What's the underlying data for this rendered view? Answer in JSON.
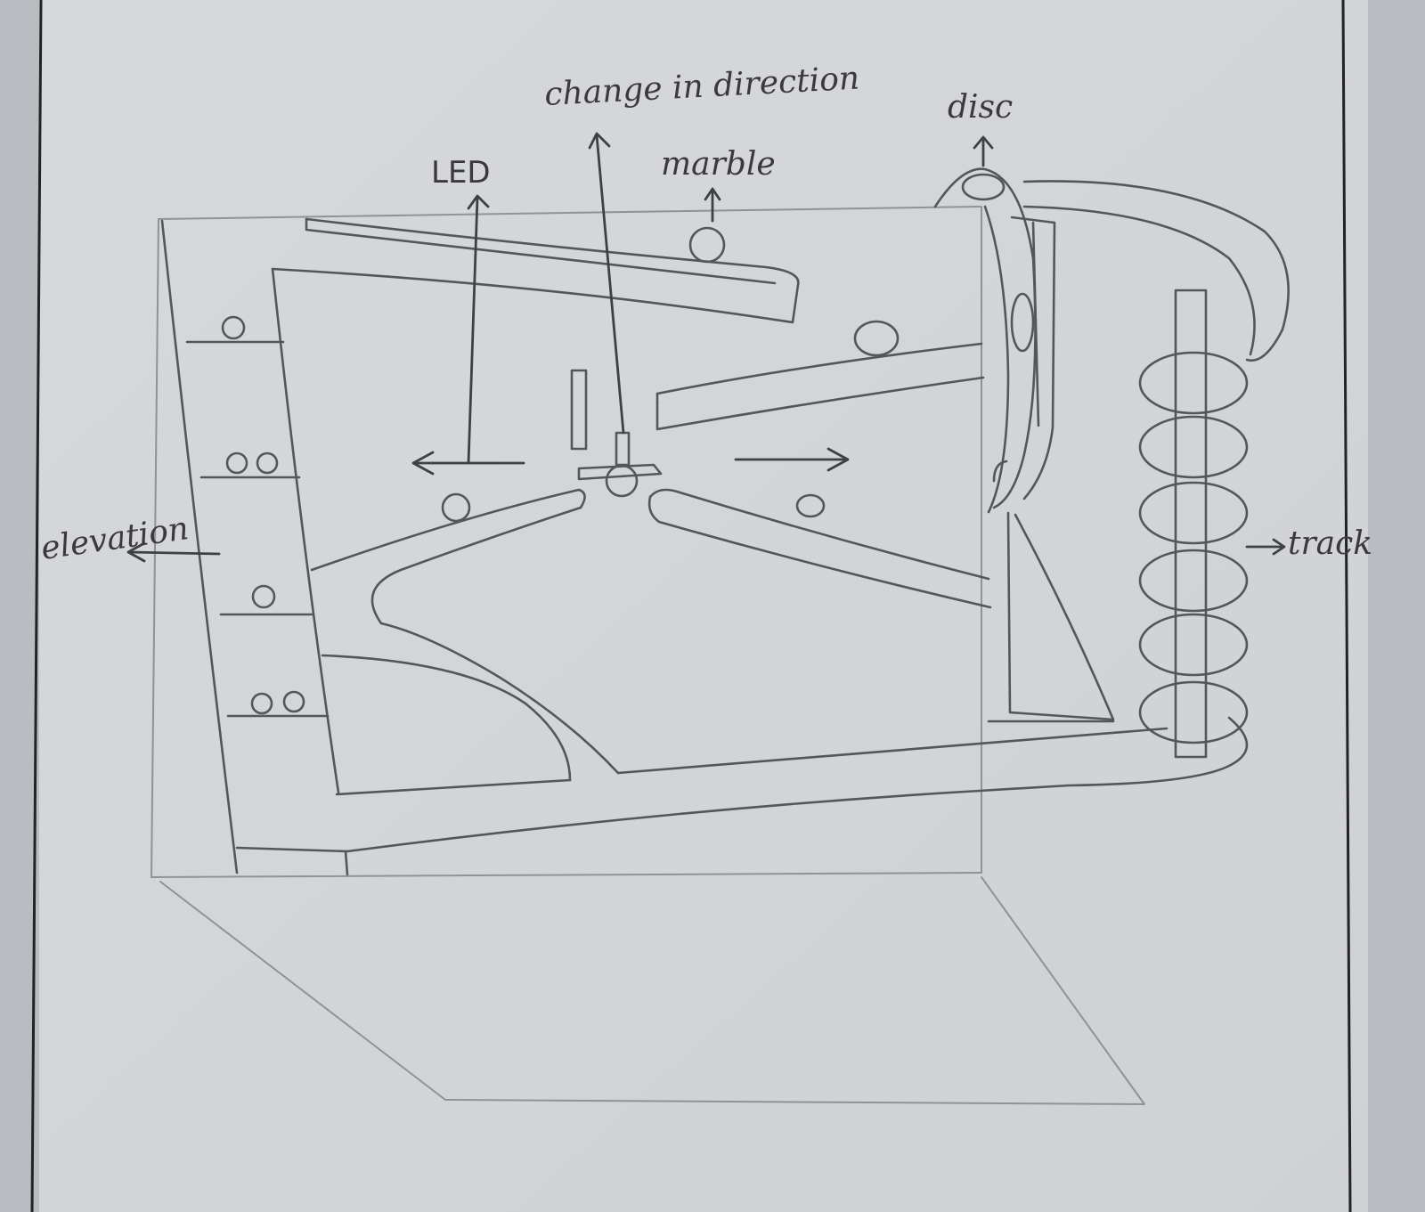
{
  "labels": {
    "change_in_direction": "change in direction",
    "disc": "disc",
    "led": "LED",
    "marble": "marble",
    "elevation": "elevation",
    "track": "track"
  },
  "colors": {
    "paper": "#d3d5d9",
    "paper_edge": "#b9bcc1",
    "pencil": "#55565a"
  }
}
